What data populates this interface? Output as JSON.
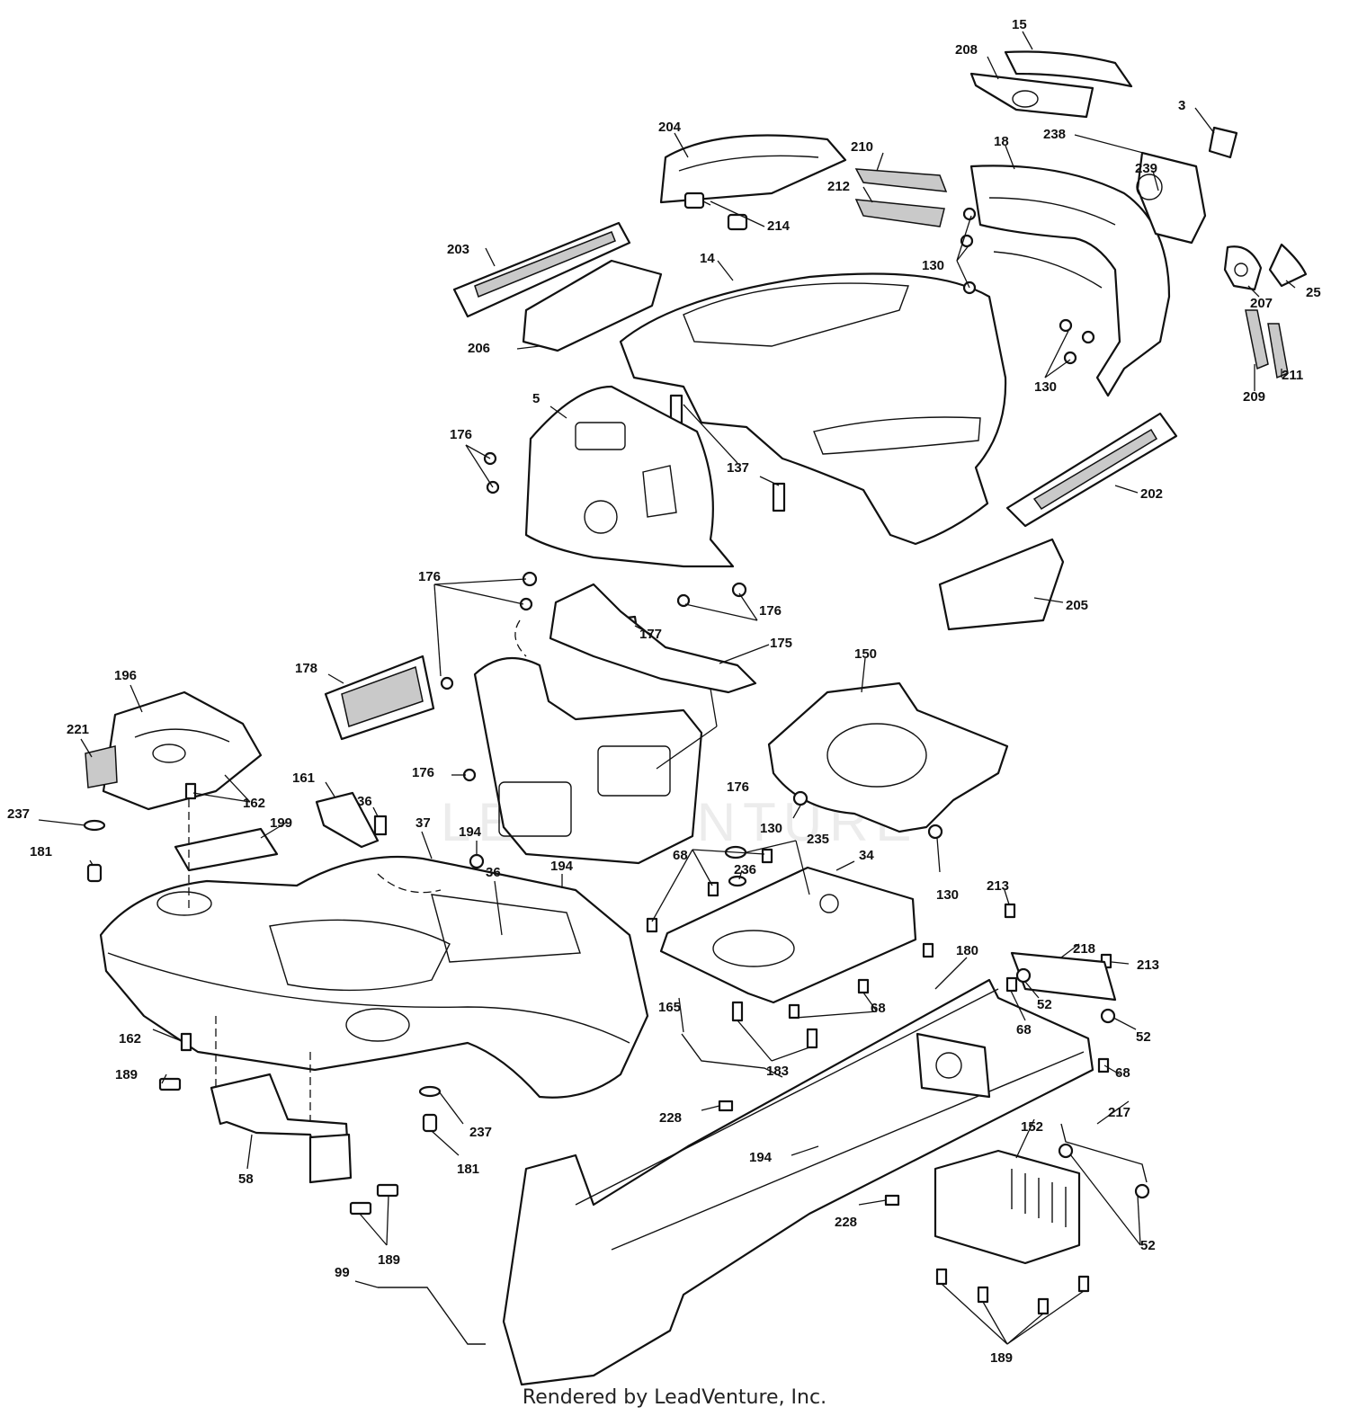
{
  "watermark": "LEADVENTURE",
  "footer": {
    "credit": "Rendered by LeadVenture, Inc."
  },
  "callouts": [
    "15",
    "208",
    "3",
    "238",
    "239",
    "204",
    "210",
    "212",
    "18",
    "214",
    "203",
    "14",
    "130",
    "206",
    "25",
    "207",
    "130",
    "209",
    "211",
    "5",
    "176",
    "137",
    "202",
    "176",
    "205",
    "176",
    "177",
    "175",
    "178",
    "150",
    "196",
    "221",
    "161",
    "162",
    "237",
    "36",
    "199",
    "176",
    "176",
    "194",
    "181",
    "37",
    "36",
    "130",
    "235",
    "68",
    "34",
    "236",
    "194",
    "130",
    "213",
    "180",
    "218",
    "213",
    "52",
    "68",
    "165",
    "68",
    "52",
    "162",
    "183",
    "68",
    "189",
    "228",
    "217",
    "237",
    "152",
    "194",
    "58",
    "181",
    "228",
    "52",
    "189",
    "99",
    "189"
  ]
}
